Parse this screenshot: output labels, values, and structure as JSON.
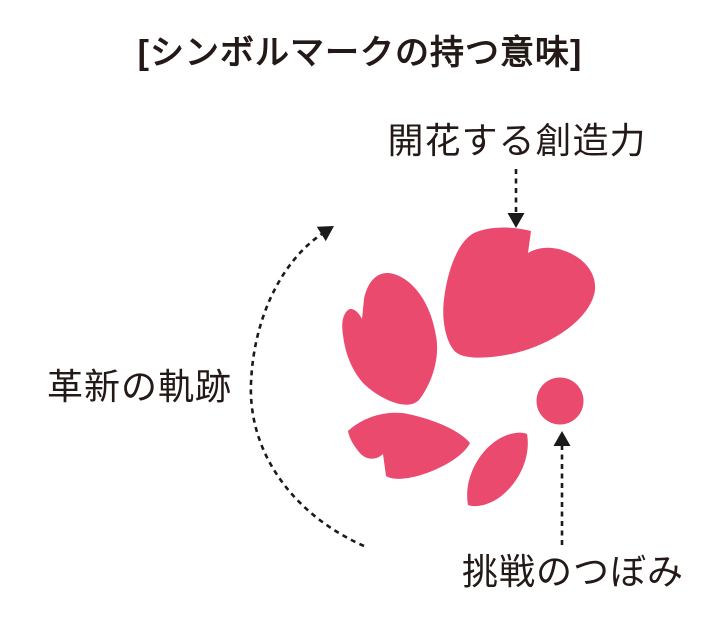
{
  "title": "[シンボルマークの持つ意味]",
  "labels": {
    "creativity": "開花する創造力",
    "innovation": "革新の軌跡",
    "challenge": "挑戦のつぼみ"
  },
  "symbol": {
    "type": "sakura-flower-mark",
    "petal_count": 4,
    "bud_count": 1
  },
  "icons": {
    "creativity_arrow": "dashed-arrow-down",
    "innovation_arrow": "dashed-arc-arrow-up-right",
    "challenge_arrow": "dashed-arrow-up"
  },
  "colors": {
    "petal_pink": "#EA4A6E",
    "text_dark": "#231916",
    "arrow_black": "#1A1A1A",
    "background": "#FFFFFF"
  }
}
